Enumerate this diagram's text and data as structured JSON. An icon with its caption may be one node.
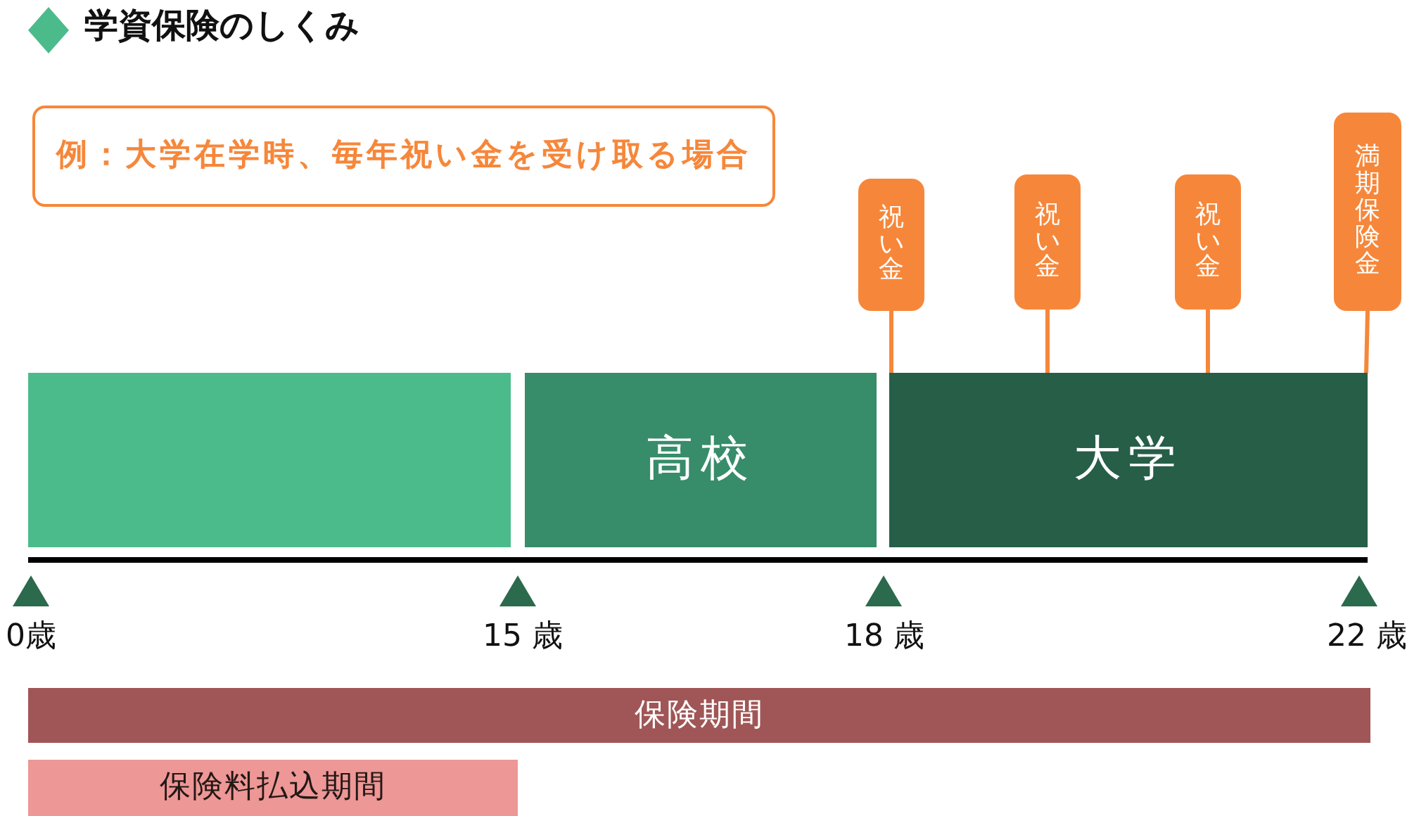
{
  "diagram": {
    "title": "学資保険のしくみ",
    "nodes": [
      {
        "text": [
          "例：大学在学時、毎年祝い金を受け取る場合"
        ]
      },
      {
        "text": [
          "祝い金"
        ]
      },
      {
        "text": [
          "祝い金"
        ]
      },
      {
        "text": [
          "祝い金"
        ]
      },
      {
        "text": [
          "満期保険金"
        ]
      },
      {
        "text": [],
        "shape": "bar"
      },
      {
        "text": [
          "高校"
        ]
      },
      {
        "text": [
          "大学"
        ]
      },
      {
        "text": [
          "保険期間"
        ]
      },
      {
        "text": [
          "保険料払込期間"
        ]
      }
    ],
    "edges": [
      {
        "from": 1,
        "to": 7,
        "arrow": "none"
      },
      {
        "from": 2,
        "to": 7,
        "arrow": "none"
      },
      {
        "from": 3,
        "to": 7,
        "arrow": "none"
      },
      {
        "from": 4,
        "to": 7,
        "arrow": "none"
      }
    ],
    "labels": [
      "0歳",
      "15 歳",
      "18 歳",
      "22 歳"
    ]
  }
}
